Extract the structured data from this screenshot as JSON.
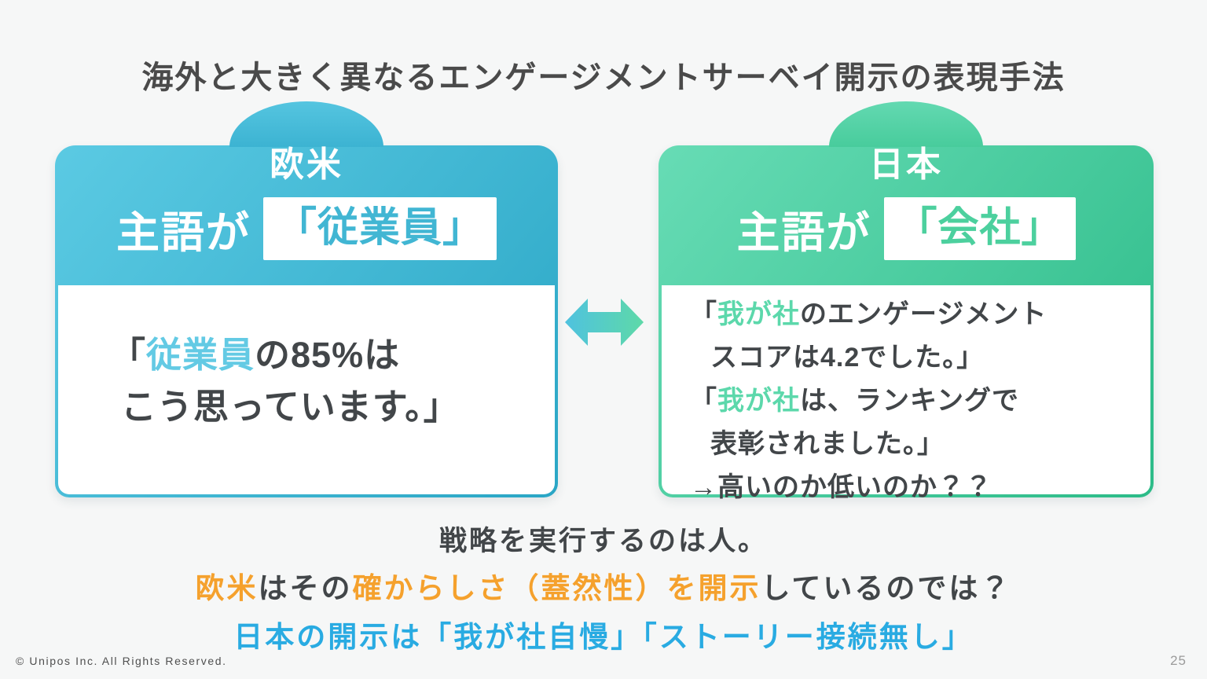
{
  "slide": {
    "title": "海外と大きく異なるエンゲージメントサーベイ開示の表現手法"
  },
  "left_card": {
    "tab_label": "欧米",
    "header": {
      "prefix": "主語が",
      "highlight": "「従業員」"
    },
    "body": {
      "open_quote": "「",
      "highlight": "従業員",
      "line1_rest": "の85%は",
      "line2": "こう思っています。」"
    }
  },
  "right_card": {
    "tab_label": "日本",
    "header": {
      "prefix": "主語が",
      "highlight": "「会社」"
    },
    "body": {
      "line1_open": "「",
      "line1_highlight": "我が社",
      "line1_rest": "のエンゲージメント",
      "line2": "スコアは4.2でした。」",
      "line3_open": "「",
      "line3_highlight": "我が社",
      "line3_rest": "は、ランキングで",
      "line4": "表彰されました。」",
      "line5": "→高いのか低いのか？？"
    }
  },
  "bottom": {
    "line1": "戦略を実行するのは人。",
    "line2": {
      "seg1": "欧米",
      "seg2": "はその",
      "seg3": "確からしさ（蓋然性）を開示",
      "seg4": "しているのでは？"
    },
    "line3": "日本の開示は「我が社自慢」「ストーリー接続無し」"
  },
  "footer": {
    "copyright": "© Unipos Inc. All Rights Reserved.",
    "page_number": "25"
  },
  "colors": {
    "background": "#F6F7F7",
    "title_text": "#4A4A4A",
    "left_gradient_start": "#5BCAE3",
    "left_gradient_end": "#2AA6C5",
    "left_accent": "#41B6D3",
    "left_body_highlight": "#63CAE4",
    "right_gradient_start": "#67DCB5",
    "right_gradient_end": "#2CBB88",
    "right_accent": "#4CD09E",
    "right_body_highlight": "#5CD8AB",
    "emphasis_orange": "#F5A12D",
    "emphasis_cyan": "#29ABE2",
    "body_text_dark": "#424649"
  }
}
